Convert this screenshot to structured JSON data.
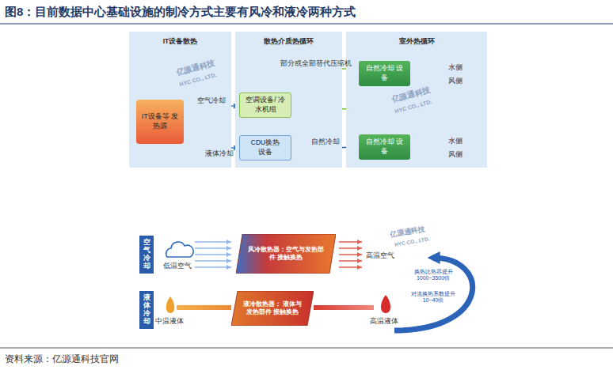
{
  "diagram": {
    "title": "图8：目前数据中心基础设施的制冷方式主要有风冷和液冷两种方式",
    "caption": "资料来源：亿源通科技官网",
    "nodes": [
      {
        "text": [
          "IT设备散热"
        ]
      },
      {
        "text": [
          "散热介质热循环"
        ]
      },
      {
        "text": [
          "室外热循环"
        ]
      },
      {
        "text": [
          "IT设备等 发热源"
        ],
        "in": 0
      },
      {
        "text": [
          "空调设备/ 冷水机组"
        ],
        "in": 1
      },
      {
        "text": [
          "CDU换热 设备"
        ],
        "in": 1
      },
      {
        "text": [
          "自然冷却 设备"
        ],
        "in": 2
      },
      {
        "text": [
          "自然冷却 设备"
        ],
        "in": 2
      },
      {
        "text": [
          "空气冷却"
        ]
      },
      {
        "text": [
          "风冷散热器：空气与发热部件 接触换热"
        ]
      },
      {
        "text": [
          "液体冷却"
        ]
      },
      {
        "text": [
          "液冷散热器： 液体与发热部件 接触换热"
        ]
      }
    ],
    "edges": [
      {
        "from": 3,
        "to": 4,
        "arrow": "to",
        "label": "空气冷却"
      },
      {
        "from": 3,
        "to": 5,
        "arrow": "to",
        "label": "液体冷却"
      },
      {
        "from": 4,
        "to": 6,
        "arrow": "to",
        "label": "部分或全部替代压缩机"
      },
      {
        "from": 6,
        "to": 4,
        "arrow": "to"
      },
      {
        "from": 5,
        "to": 7,
        "arrow": "to",
        "label": "自然冷却"
      }
    ],
    "labels": [
      "水侧",
      "风侧",
      "水侧",
      "风侧",
      "低温空气",
      "高温空气",
      "中温液体",
      "高温液体",
      "换热比热容提升 1000~3500倍",
      "对流换热系数提升 10~40倍",
      "亿源通科技",
      "HYC CO., LTD.",
      "亿源通科技",
      "HYC CO., LTD.",
      "亿源通科技",
      "HYC CO., LTD."
    ]
  }
}
